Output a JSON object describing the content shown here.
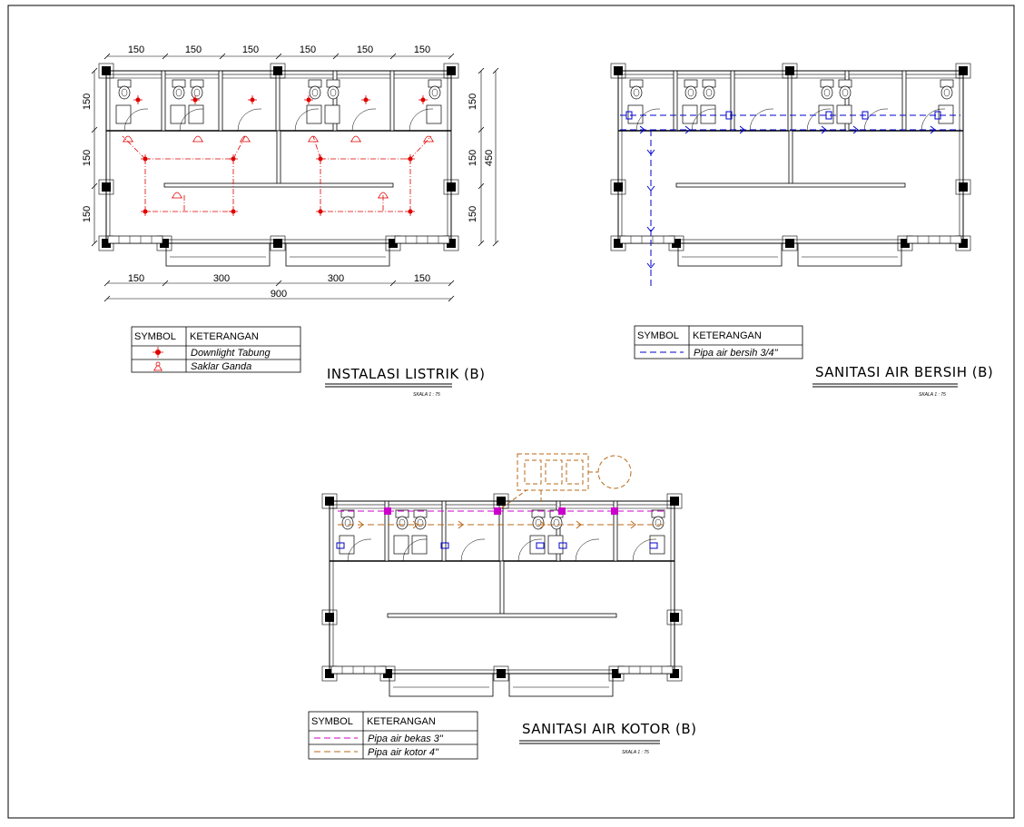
{
  "sheet": {
    "plan_listrik": {
      "title": "INSTALASI LISTRIK (B)",
      "scale": "SKALA   1 : 75",
      "dims_top": [
        "150",
        "150",
        "150",
        "150",
        "150",
        "150"
      ],
      "dims_bottom": [
        "150",
        "300",
        "300",
        "150"
      ],
      "dim_total": "900",
      "dims_left": [
        "150",
        "150",
        "150"
      ],
      "dims_right": [
        "150",
        "150",
        "150"
      ],
      "dim_height": "450",
      "legend": {
        "col_symbol": "SYMBOL",
        "col_desc": "KETERANGAN",
        "rows": [
          "Downlight Tabung",
          "Saklar Ganda"
        ]
      }
    },
    "plan_bersih": {
      "title": "SANITASI AIR BERSIH (B)",
      "scale": "SKALA   1 : 75",
      "legend": {
        "col_symbol": "SYMBOL",
        "col_desc": "KETERANGAN",
        "rows": [
          "Pipa air bersih 3/4\""
        ]
      }
    },
    "plan_kotor": {
      "title": "SANITASI AIR KOTOR (B)",
      "scale": "SKALA   1 : 75",
      "legend": {
        "col_symbol": "SYMBOL",
        "col_desc": "KETERANGAN",
        "rows": [
          "Pipa air bekas 3\"",
          "Pipa air kotor 4\""
        ]
      }
    },
    "colors": {
      "electric": "#e00000",
      "clean_water": "#0000cc",
      "grey_water": "#cc00cc",
      "black_water": "#b86a1a"
    }
  }
}
